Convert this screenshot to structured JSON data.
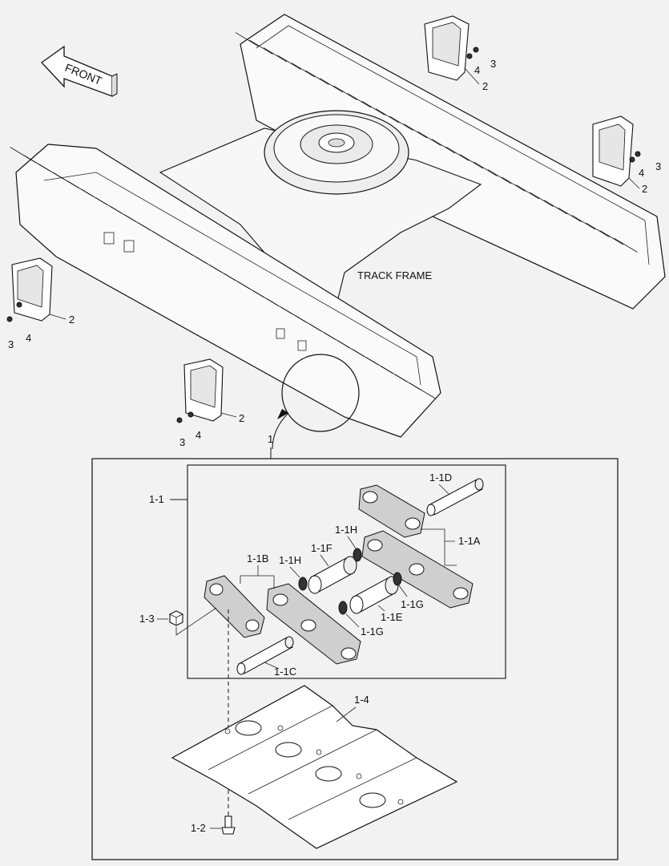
{
  "labels": {
    "front": "FRONT",
    "track_frame": "TRACK FRAME",
    "p1": "1",
    "p1_1": "1-1",
    "p1_1a": "1-1A",
    "p1_1b": "1-1B",
    "p1_1c": "1-1C",
    "p1_1d": "1-1D",
    "p1_1e": "1-1E",
    "p1_1f": "1-1F",
    "p1_1g": "1-1G",
    "p1_1h": "1-1H",
    "p1_2": "1-2",
    "p1_3": "1-3",
    "p1_4": "1-4",
    "p2": "2",
    "p3": "3",
    "p4": "4"
  }
}
